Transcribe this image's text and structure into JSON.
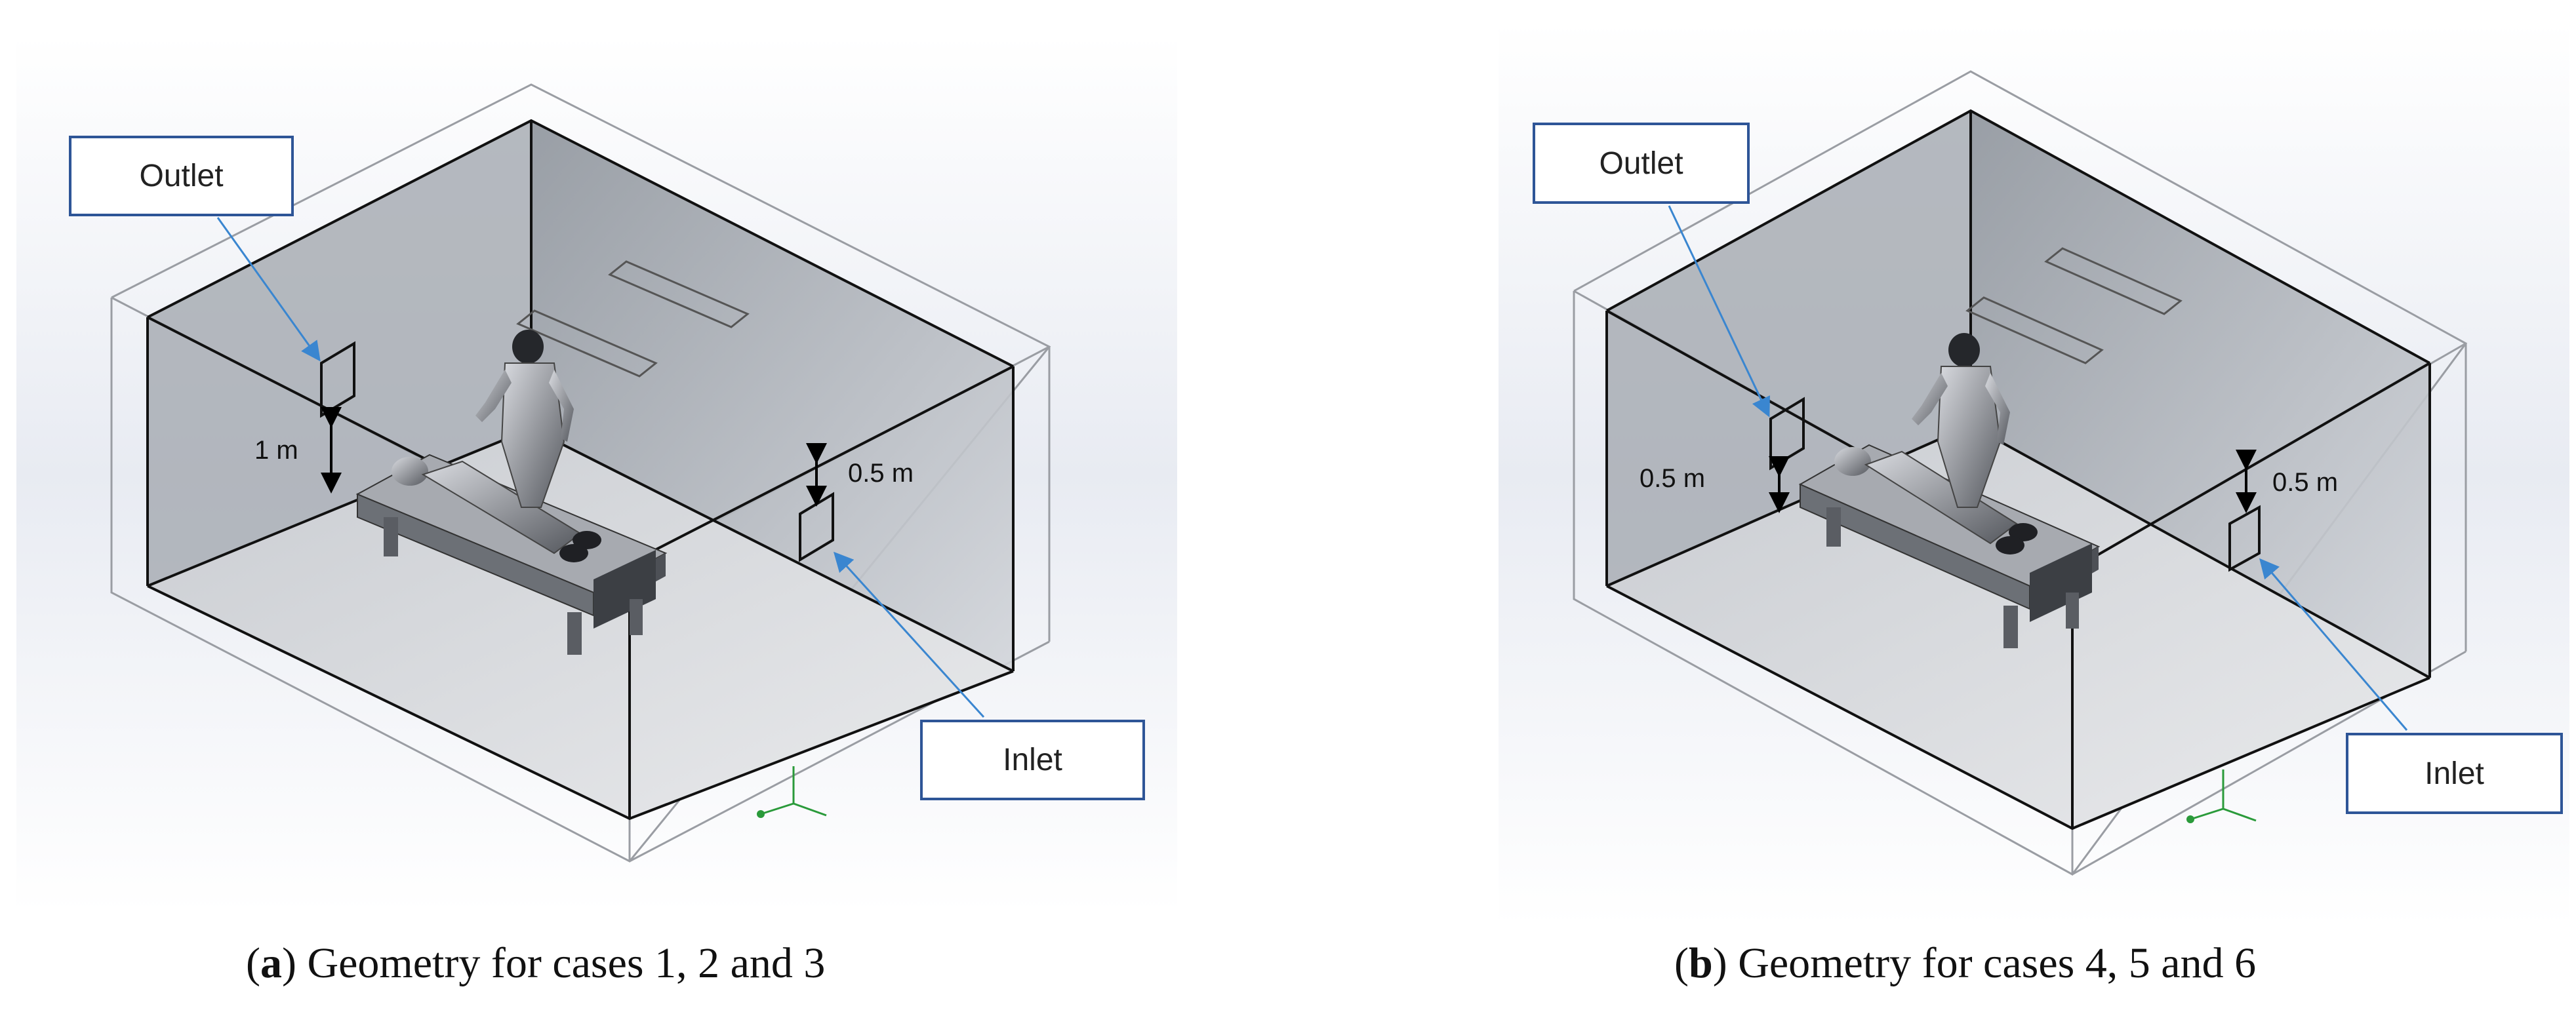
{
  "panels": {
    "a": {
      "caption_letter": "a",
      "caption_text": "Geometry for cases 1, 2 and 3",
      "outlet_label": "Outlet",
      "inlet_label": "Inlet",
      "outlet_height": "1 m",
      "inlet_height": "0.5 m"
    },
    "b": {
      "caption_letter": "b",
      "caption_text": "Geometry for cases 4, 5 and 6",
      "outlet_label": "Outlet",
      "inlet_label": "Inlet",
      "outlet_height": "0.5 m",
      "inlet_height": "0.5 m"
    }
  },
  "colors": {
    "callout_border": "#2e5597",
    "arrow": "#3a86d0",
    "axis_y": "#2a9a3a"
  }
}
